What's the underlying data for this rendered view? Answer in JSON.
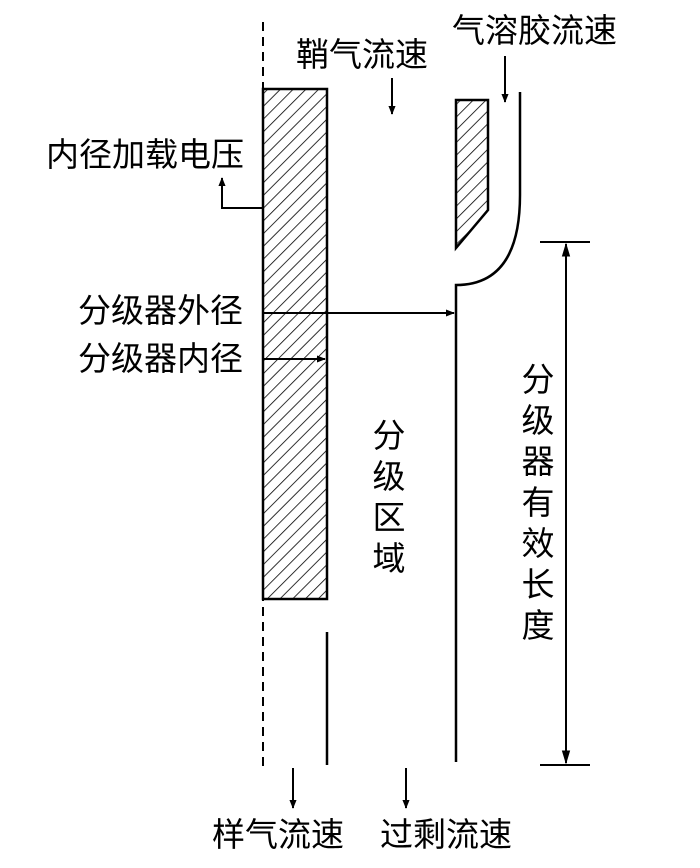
{
  "labels": {
    "sheath_flow": "鞘气流速",
    "aerosol_flow": "气溶胶流速",
    "inner_voltage": "内径加载电压",
    "outer_diameter": "分级器外径",
    "inner_diameter": "分级器内径",
    "classification_region": "分级区域",
    "effective_length": "分级器有效长度",
    "sample_flow": "样气流速",
    "excess_flow": "过剩流速"
  },
  "colors": {
    "line": "#000000",
    "background": "#ffffff"
  }
}
